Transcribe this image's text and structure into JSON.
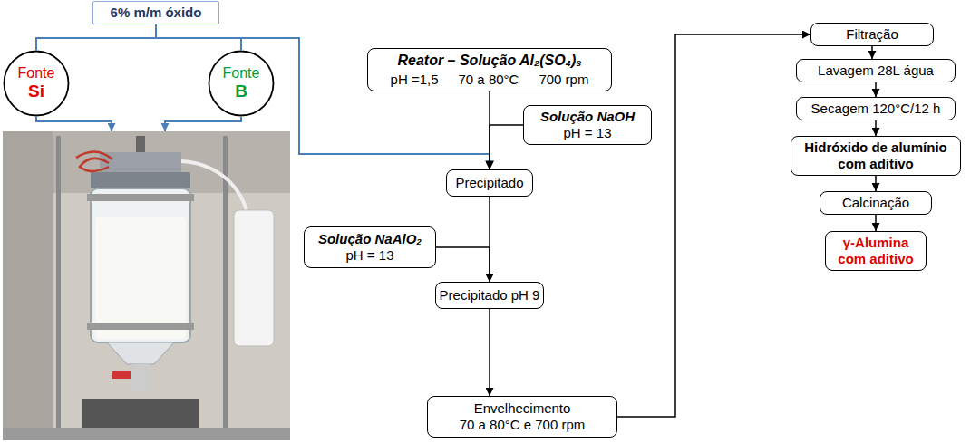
{
  "diagram": {
    "nodes": [
      {
        "text": [
          "6% m/m óxido"
        ]
      },
      {
        "text": [
          "Fonte",
          "Si"
        ]
      },
      {
        "text": [
          "Fonte",
          "B"
        ]
      },
      {
        "text": [
          "Reator – Solução Al₂(SO₄)₃",
          "pH =1,5",
          "70 a 80°C",
          "700 rpm"
        ]
      },
      {
        "text": [
          "Solução NaOH",
          "pH = 13"
        ]
      },
      {
        "text": [
          "Precipitado"
        ]
      },
      {
        "text": [
          "Solução NaAlO₂",
          "pH = 13"
        ]
      },
      {
        "text": [
          "Precipitado pH 9"
        ]
      },
      {
        "text": [
          "Envelhecimento",
          "70 a 80°C e 700 rpm"
        ]
      },
      {
        "text": [
          "Filtração"
        ]
      },
      {
        "text": [
          "Lavagem 28L água"
        ]
      },
      {
        "text": [
          "Secagem 120°C/12 h"
        ]
      },
      {
        "text": [
          "Hidróxido de alumínio com aditivo"
        ]
      },
      {
        "text": [
          "Calcinação"
        ]
      },
      {
        "text": [
          "γ-Alumina com aditivo"
        ]
      }
    ],
    "edges": [
      {
        "from": 0,
        "to": 1,
        "arrow": "none"
      },
      {
        "from": 0,
        "to": 2,
        "arrow": "none"
      },
      {
        "from": 0,
        "to": 5,
        "arrow": "to"
      },
      {
        "from": 3,
        "to": 5,
        "arrow": "to"
      },
      {
        "from": 4,
        "to": 5,
        "arrow": "to"
      },
      {
        "from": 5,
        "to": 7,
        "arrow": "to"
      },
      {
        "from": 6,
        "to": 7,
        "arrow": "to"
      },
      {
        "from": 7,
        "to": 8,
        "arrow": "to"
      },
      {
        "from": 8,
        "to": 9,
        "arrow": "to"
      },
      {
        "from": 9,
        "to": 10,
        "arrow": "to"
      },
      {
        "from": 10,
        "to": 11,
        "arrow": "to"
      },
      {
        "from": 11,
        "to": 12,
        "arrow": "to"
      },
      {
        "from": 12,
        "to": 13,
        "arrow": "to"
      },
      {
        "from": 13,
        "to": 14,
        "arrow": "to"
      }
    ]
  }
}
